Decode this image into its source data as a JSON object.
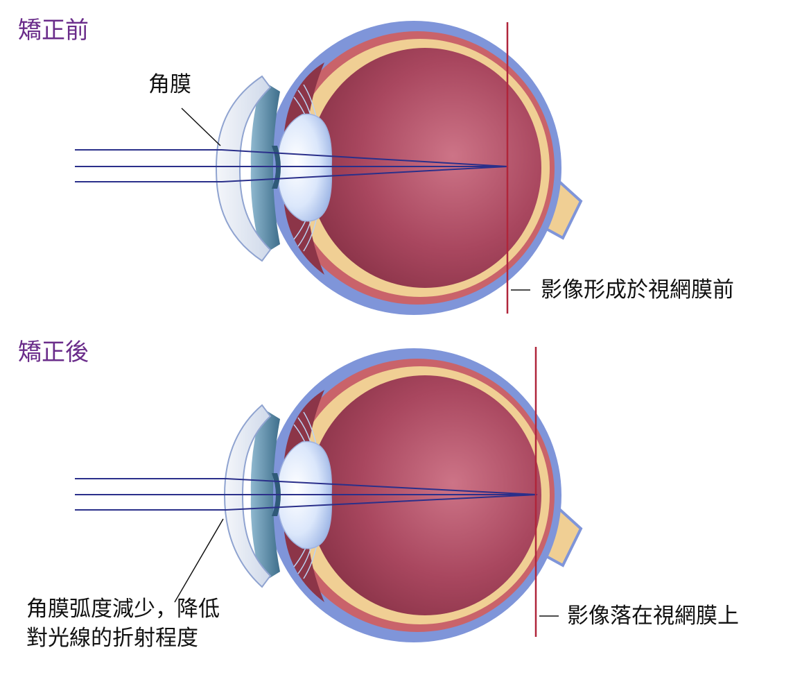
{
  "before": {
    "title": "矯正前",
    "cornea_label": "角膜",
    "image_label": "影像形成於視網膜前"
  },
  "after": {
    "title": "矯正後",
    "cornea_note_line1": "角膜弧度減少，降低",
    "cornea_note_line2": "對光線的折射程度",
    "image_label": "影像落在視網膜上"
  },
  "colors": {
    "title": "#6a2c8a",
    "ray": "#2a2f8a",
    "focal_line": "#b0253a",
    "sclera": "#7f95d9",
    "choroid": "#c9636a",
    "retina": "#f0cf94",
    "vitreous": "#a9475f",
    "lens": "#dce8fb",
    "iris": "#4f86a5"
  }
}
